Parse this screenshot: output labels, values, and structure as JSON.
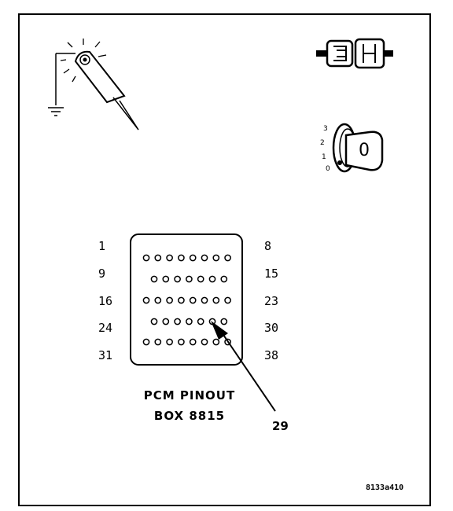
{
  "diagram": {
    "title_line1": "PCM PINOUT",
    "title_line2": "BOX 8815",
    "callout": "29",
    "figure_id": "8133a410",
    "pin_labels": {
      "left": [
        "1",
        "9",
        "16",
        "24",
        "31"
      ],
      "right": [
        "8",
        "15",
        "23",
        "30",
        "38"
      ]
    },
    "pin_rows": [
      8,
      7,
      8,
      7,
      8
    ],
    "key_positions": [
      "3",
      "2",
      "1",
      "0"
    ],
    "key_symbol": "0"
  }
}
